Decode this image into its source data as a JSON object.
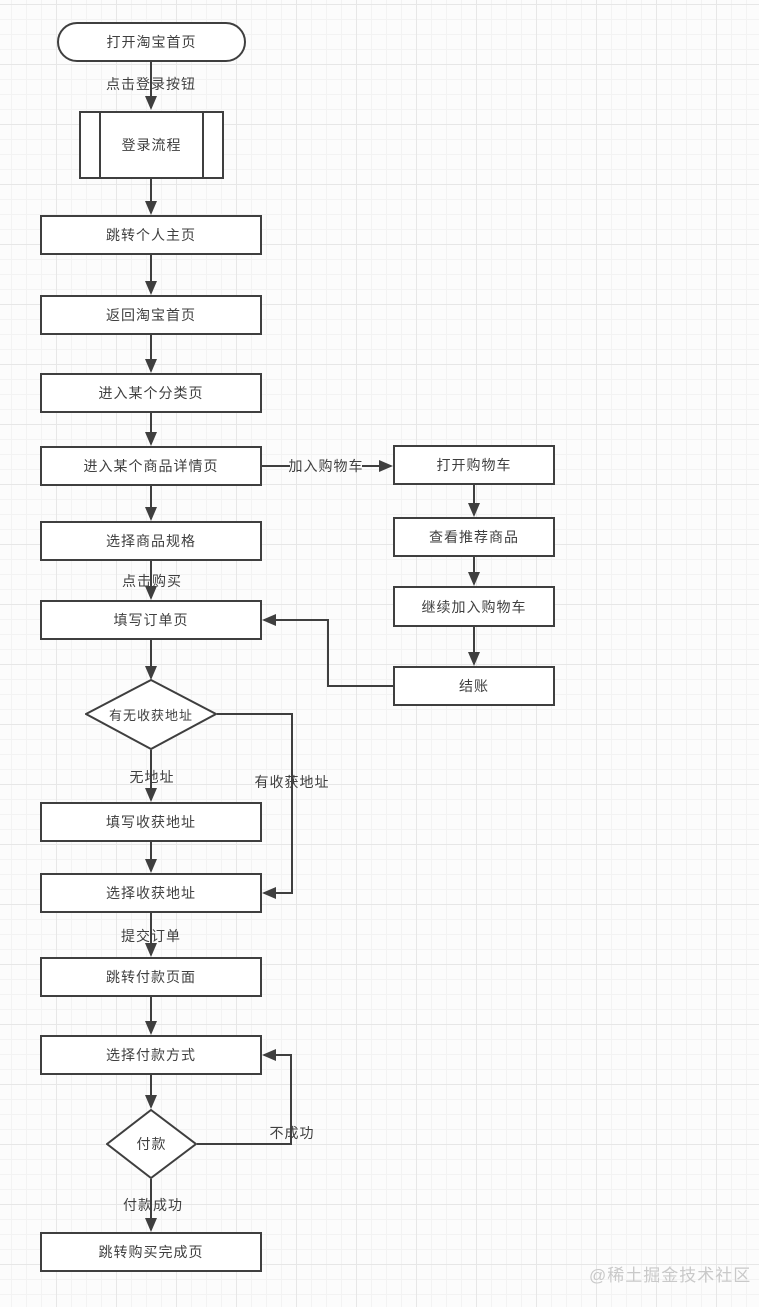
{
  "nodes": {
    "start": {
      "label": "打开淘宝首页",
      "type": "terminator"
    },
    "login_process": {
      "label": "登录流程",
      "type": "subprocess"
    },
    "goto_profile": {
      "label": "跳转个人主页",
      "type": "process"
    },
    "back_home": {
      "label": "返回淘宝首页",
      "type": "process"
    },
    "enter_category": {
      "label": "进入某个分类页",
      "type": "process"
    },
    "enter_detail": {
      "label": "进入某个商品详情页",
      "type": "process"
    },
    "select_spec": {
      "label": "选择商品规格",
      "type": "process"
    },
    "fill_order": {
      "label": "填写订单页",
      "type": "process"
    },
    "address_decision": {
      "label": "有无收获地址",
      "type": "decision"
    },
    "fill_address": {
      "label": "填写收获地址",
      "type": "process"
    },
    "select_address": {
      "label": "选择收获地址",
      "type": "process"
    },
    "goto_payment": {
      "label": "跳转付款页面",
      "type": "process"
    },
    "select_pay_method": {
      "label": "选择付款方式",
      "type": "process"
    },
    "pay_decision": {
      "label": "付款",
      "type": "decision"
    },
    "goto_complete": {
      "label": "跳转购买完成页",
      "type": "process"
    },
    "open_cart": {
      "label": "打开购物车",
      "type": "process"
    },
    "view_recommend": {
      "label": "查看推荐商品",
      "type": "process"
    },
    "continue_add_cart": {
      "label": "继续加入购物车",
      "type": "process"
    },
    "checkout": {
      "label": "结账",
      "type": "process"
    }
  },
  "edge_labels": {
    "click_login": "点击登录按钮",
    "add_to_cart": "加入购物车",
    "click_buy": "点击购买",
    "no_address": "无地址",
    "has_address": "有收获地址",
    "submit_order": "提交订单",
    "pay_fail": "不成功",
    "pay_success": "付款成功"
  },
  "watermark": "@稀土掘金技术社区",
  "colors": {
    "stroke": "#3f3f3f",
    "node_fill": "#ffffff",
    "text": "#3f3f3f",
    "grid_minor": "#f3f3f3",
    "grid_major": "#e7e7e7",
    "background": "#fcfcfc",
    "watermark": "#c9c9c9"
  }
}
